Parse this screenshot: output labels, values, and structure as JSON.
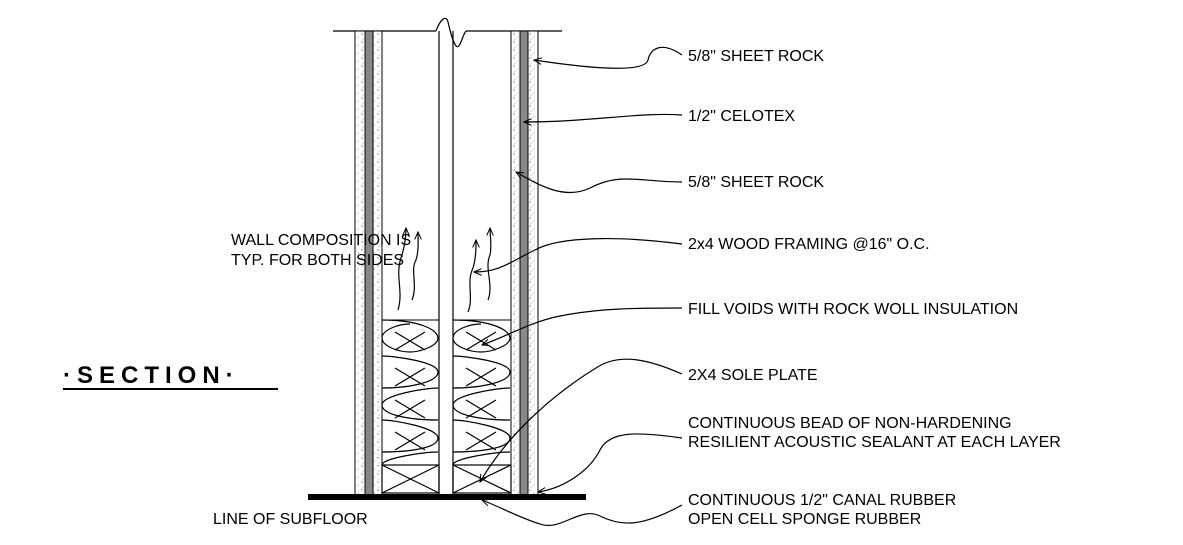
{
  "drawing": {
    "title": "·SECTION·",
    "note_line1": "WALL COMPOSITION IS",
    "note_line2": "TYP. FOR BOTH SIDES",
    "subfloor_label": "LINE OF SUBFLOOR"
  },
  "callouts": [
    {
      "id": "sheet-rock-outer",
      "lines": [
        "5/8\" SHEET ROCK"
      ]
    },
    {
      "id": "celotex",
      "lines": [
        "1/2\" CELOTEX"
      ]
    },
    {
      "id": "sheet-rock-inner",
      "lines": [
        "5/8\" SHEET ROCK"
      ]
    },
    {
      "id": "wood-framing",
      "lines": [
        "2x4 WOOD FRAMING @16\" O.C."
      ]
    },
    {
      "id": "insulation",
      "lines": [
        "FILL VOIDS WITH ROCK WOLL INSULATION"
      ]
    },
    {
      "id": "sole-plate",
      "lines": [
        "2X4 SOLE PLATE"
      ]
    },
    {
      "id": "sealant",
      "lines": [
        "CONTINUOUS BEAD OF NON-HARDENING",
        "RESILIENT ACOUSTIC SEALANT AT EACH LAYER"
      ]
    },
    {
      "id": "canal-rubber",
      "lines": [
        "CONTINUOUS 1/2\" CANAL RUBBER",
        "OPEN CELL SPONGE RUBBER"
      ]
    }
  ],
  "colors": {
    "line": "#000000",
    "celotex_fill": "#888888",
    "sheetrock_fill": "#ffffff"
  }
}
